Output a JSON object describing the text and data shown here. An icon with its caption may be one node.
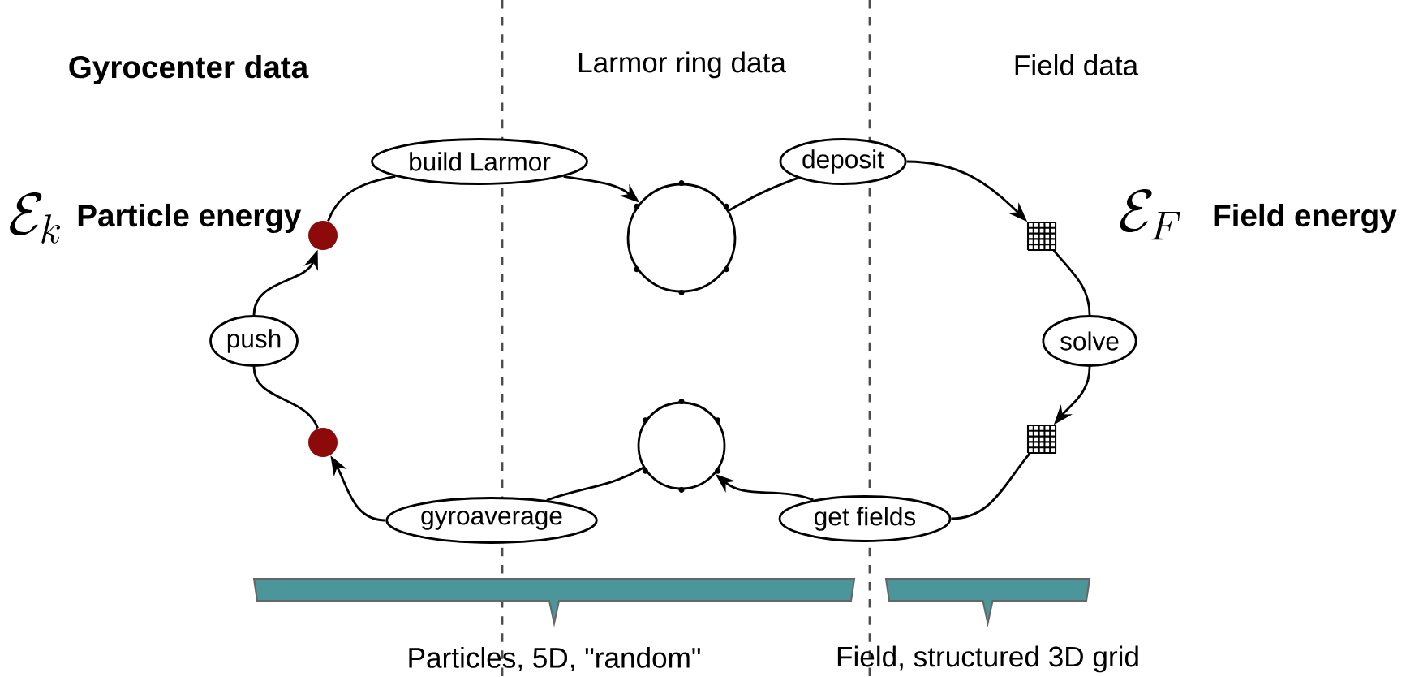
{
  "diagram": {
    "nodes": [
      {
        "text": [
          "build Larmor"
        ]
      },
      {
        "text": [
          "deposit"
        ]
      },
      {
        "text": [],
        "shape": "circle"
      },
      {
        "text": [],
        "shape": "circle"
      },
      {
        "text": [],
        "shape": "grid"
      },
      {
        "text": [
          "push"
        ]
      },
      {
        "text": [
          "solve"
        ]
      },
      {
        "text": [],
        "shape": "circle"
      },
      {
        "text": [],
        "shape": "circle"
      },
      {
        "text": [],
        "shape": "grid"
      },
      {
        "text": [
          "gyroaverage"
        ]
      },
      {
        "text": [
          "get fields"
        ]
      },
      {
        "text": [
          "Particles, 5D, \"random\""
        ]
      },
      {
        "text": [
          "Field, structured 3D grid"
        ]
      }
    ],
    "edges": [
      {
        "from": 5,
        "to": 2,
        "arrow": "to"
      },
      {
        "from": 2,
        "to": 0,
        "arrow": "none"
      },
      {
        "from": 0,
        "to": 3,
        "arrow": "to"
      },
      {
        "from": 3,
        "to": 1,
        "arrow": "none"
      },
      {
        "from": 1,
        "to": 4,
        "arrow": "to"
      },
      {
        "from": 4,
        "to": 6,
        "arrow": "none"
      },
      {
        "from": 6,
        "to": 9,
        "arrow": "to"
      },
      {
        "from": 9,
        "to": 11,
        "arrow": "none"
      },
      {
        "from": 11,
        "to": 8,
        "arrow": "to"
      },
      {
        "from": 8,
        "to": 10,
        "arrow": "none"
      },
      {
        "from": 10,
        "to": 7,
        "arrow": "to"
      },
      {
        "from": 7,
        "to": 5,
        "arrow": "none"
      }
    ],
    "labels": [
      "Gyrocenter data",
      "Larmor ring data",
      "Field data",
      "\\mathcal{E}_k",
      "Particle energy",
      "\\mathcal{E}_F",
      "Field energy"
    ]
  }
}
